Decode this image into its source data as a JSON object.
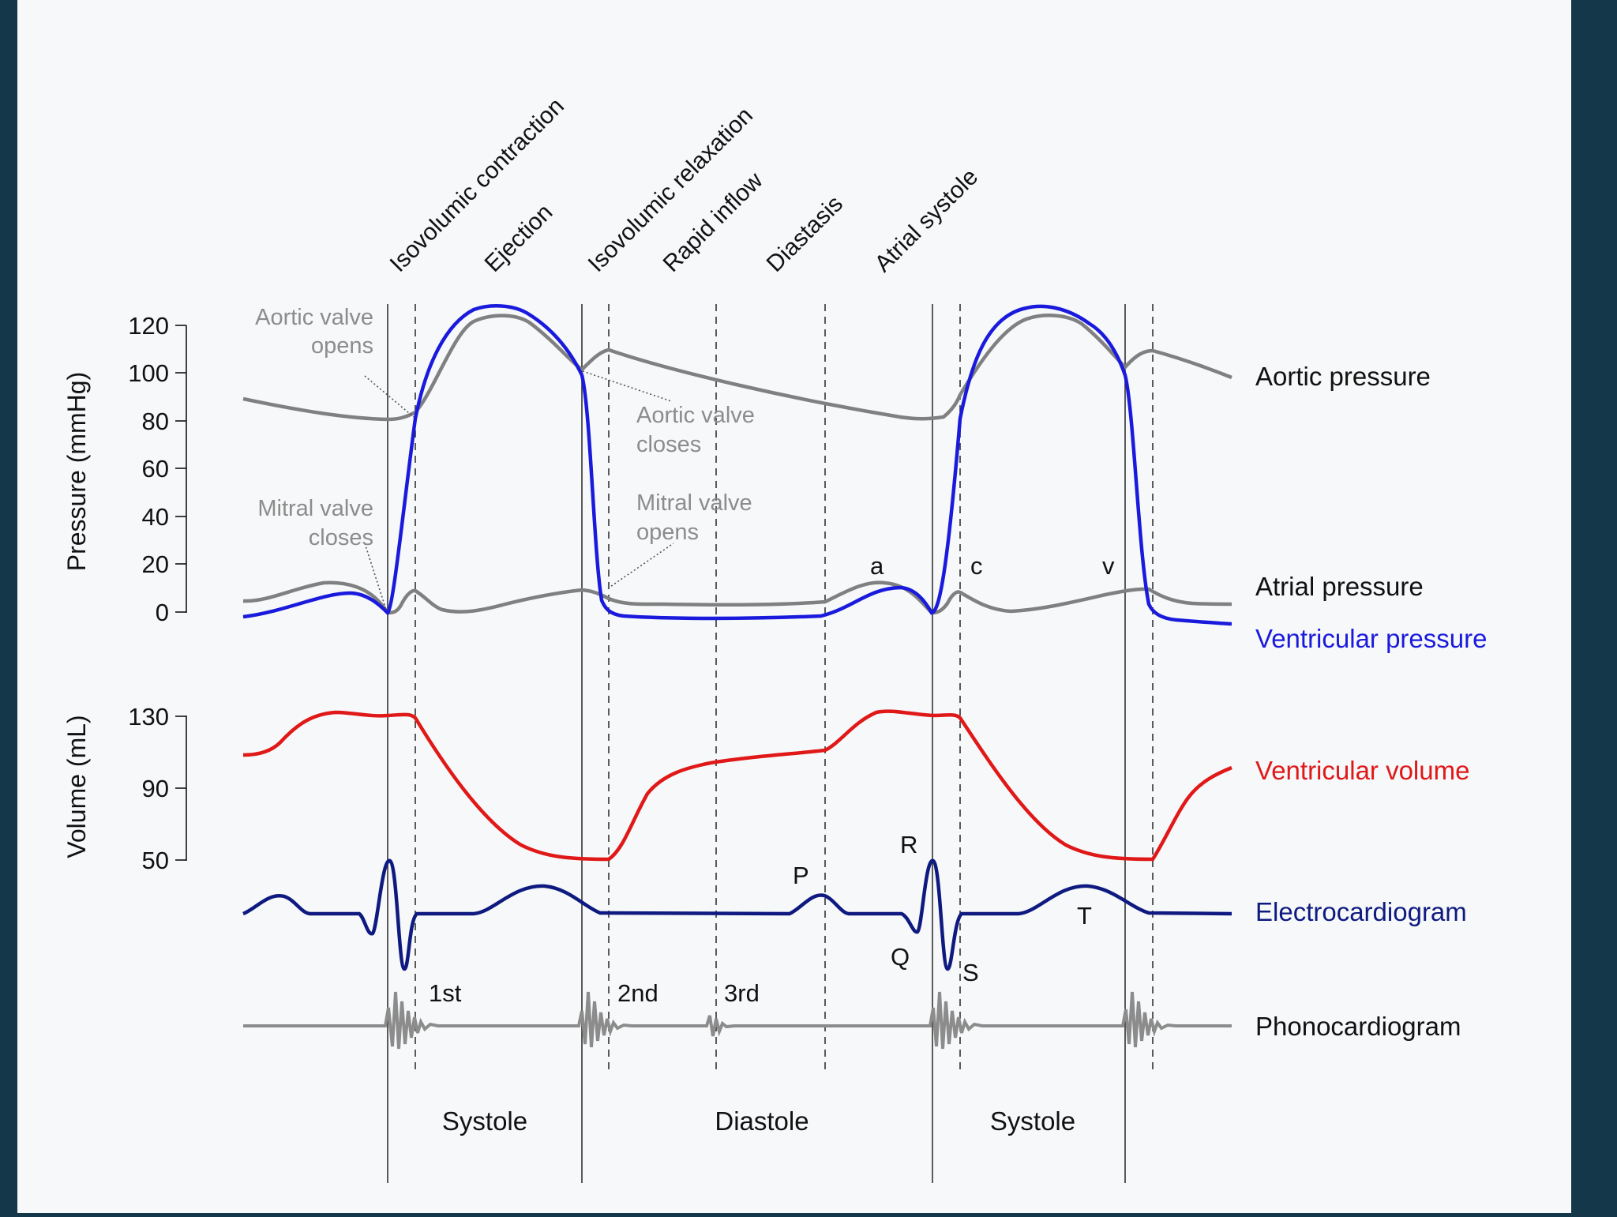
{
  "colors": {
    "frame": "#14384a",
    "panel": "#f6f8f9",
    "aortic": "#808080",
    "atrial": "#808080",
    "ventricular_pressure": "#1a1add",
    "ventricular_volume": "#e01818",
    "ecg": "#0f1a80",
    "phono": "#8c8c8c",
    "annotation": "#8c8c8c",
    "text": "#111111"
  },
  "phases": [
    "Isovolumic contraction",
    "Ejection",
    "Isovolumic relaxation",
    "Rapid inflow",
    "Diastasis",
    "Atrial systole"
  ],
  "axes": {
    "pressure": {
      "label": "Pressure (mmHg)",
      "ticks": [
        "120",
        "100",
        "80",
        "60",
        "40",
        "20",
        "0"
      ]
    },
    "volume": {
      "label": "Volume (mL)",
      "ticks": [
        "130",
        "90",
        "50"
      ]
    }
  },
  "annotations": {
    "aortic_opens": [
      "Aortic valve",
      "opens"
    ],
    "aortic_closes": [
      "Aortic valve",
      "closes"
    ],
    "mitral_closes": [
      "Mitral valve",
      "closes"
    ],
    "mitral_opens": [
      "Mitral valve",
      "opens"
    ]
  },
  "wave_labels": {
    "a": "a",
    "c": "c",
    "v": "v",
    "P": "P",
    "Q": "Q",
    "R": "R",
    "S": "S",
    "T": "T"
  },
  "sounds": {
    "first": "1st",
    "second": "2nd",
    "third": "3rd"
  },
  "legend": {
    "aortic": "Aortic pressure",
    "atrial": "Atrial pressure",
    "ventricular_pressure": "Ventricular pressure",
    "ventricular_volume": "Ventricular volume",
    "ecg": "Electrocardiogram",
    "phono": "Phonocardiogram"
  },
  "cycle": [
    "Systole",
    "Diastole",
    "Systole"
  ]
}
